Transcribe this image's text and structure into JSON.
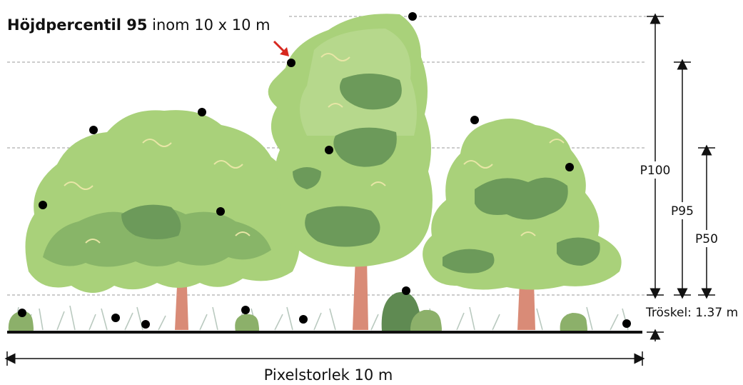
{
  "title": {
    "bold": "Höjdpercentil 95",
    "rest": " inom 10 x 10 m"
  },
  "measures": {
    "p100": "P100",
    "p95": "P95",
    "p50": "P50"
  },
  "threshold_label": "Tröskel: 1.37 m",
  "pixel_size_label": "Pixelstorlek 10 m",
  "colors": {
    "canopy_light": "#a9d17a",
    "canopy_mid": "#8cc063",
    "canopy_dark": "#6c9a5a",
    "canopy_highlight": "#e8e6a6",
    "trunk": "#d98b77",
    "ground": "#111111",
    "grass": "#b9c9bf",
    "arrow": "#d7281f",
    "dots": "#000000"
  }
}
